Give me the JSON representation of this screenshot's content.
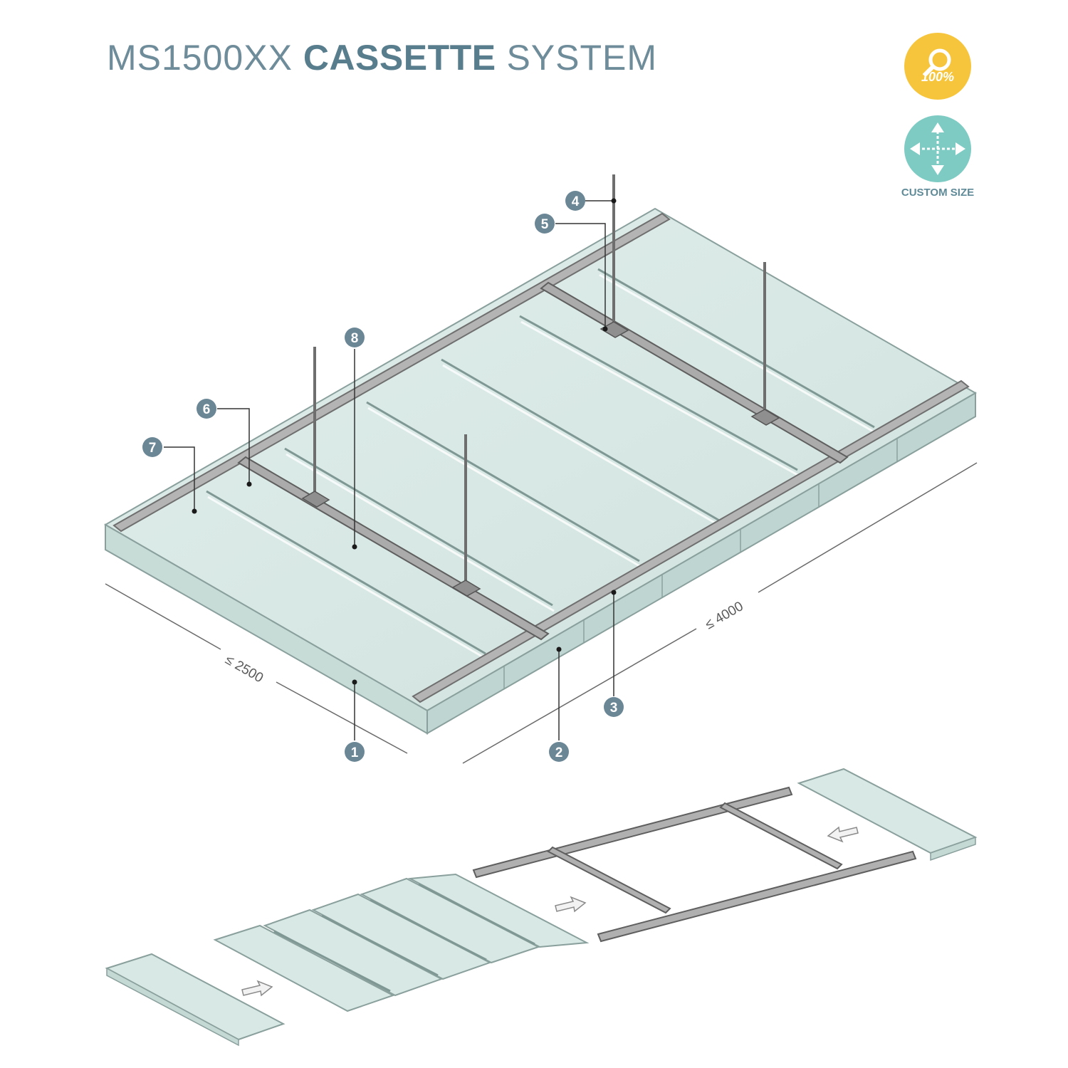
{
  "title": {
    "prefix": "MS1500XX",
    "bold": "CASSETTE",
    "suffix": "SYSTEM"
  },
  "badges": {
    "zoom": "100%",
    "custom_size": "CUSTOM SIZE"
  },
  "dimensions": {
    "width": "≤ 2500",
    "length": "≤ 4000"
  },
  "callouts": [
    "1",
    "2",
    "3",
    "4",
    "5",
    "6",
    "7",
    "8"
  ],
  "colors": {
    "panel": "#d8e8e4",
    "panel_edge": "#9cb2ae",
    "rail": "#a7a7a7",
    "callout": "#6b8796",
    "title": "#6e8c9a",
    "zoom_badge": "#f7c53c",
    "custom_badge": "#7dcbc3"
  }
}
